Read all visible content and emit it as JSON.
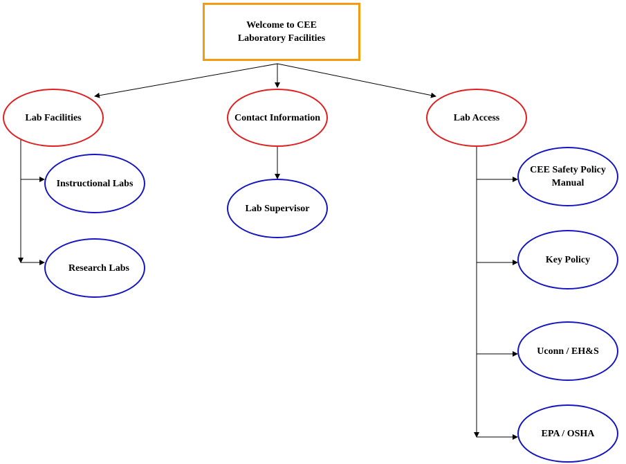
{
  "root": {
    "title": "Welcome to CEE\nLaboratory Facilities"
  },
  "nodes": {
    "lab_facilities": "Lab Facilities",
    "contact_information": "Contact Information",
    "lab_access": "Lab Access",
    "instructional_labs": "Instructional Labs",
    "research_labs": "Research Labs",
    "lab_supervisor": "Lab Supervisor",
    "cee_safety_policy_manual": "CEE Safety Policy\nManual",
    "key_policy": "Key Policy",
    "uconn_ehs": "Uconn / EH&S",
    "epa_osha": "EPA / OSHA"
  },
  "colors": {
    "root_border": "#f39c12",
    "category_border": "#e02020",
    "leaf_border": "#1515c0",
    "connector": "#000000"
  }
}
